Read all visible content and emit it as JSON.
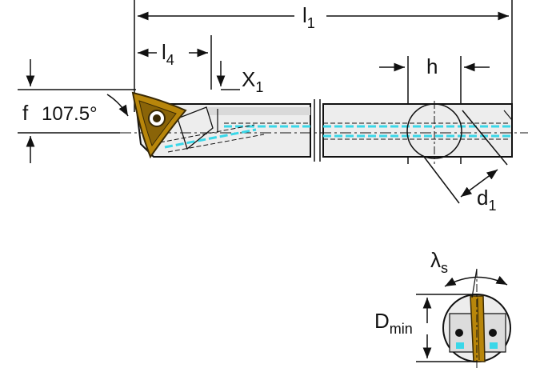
{
  "labels": {
    "l1": {
      "main": "l",
      "sub": "1"
    },
    "l4": {
      "main": "l",
      "sub": "4"
    },
    "x1": {
      "main": "X",
      "sub": "1"
    },
    "h": "h",
    "f": "f",
    "angle": "107.5°",
    "d1": {
      "main": "d",
      "sub": "1"
    },
    "lambda_s": {
      "main": "λ",
      "sub": "s"
    },
    "d_min": {
      "main": "D",
      "sub": "min"
    }
  },
  "colors": {
    "line": "#111111",
    "body_fill": "#ededed",
    "body_shade": "#cfcfcf",
    "coolant": "#3ad7e8",
    "insert_gold": "#b8860b",
    "insert_dark": "#3a2a05",
    "background": "#ffffff"
  }
}
